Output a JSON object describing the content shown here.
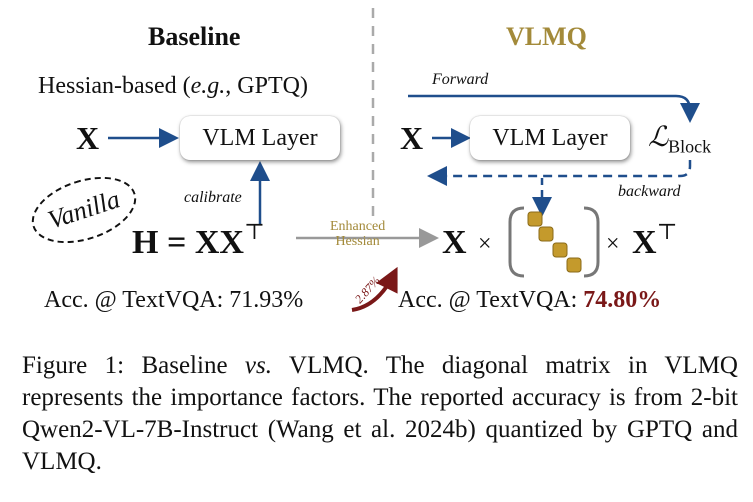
{
  "baseline": {
    "title": "Baseline",
    "method_prefix": "Hessian-based (",
    "method_eg": "e.g.",
    "method_suffix": ", GPTQ)",
    "input": "X",
    "layer": "VLM Layer",
    "calibrate": "calibrate",
    "hessian_lhs": "H = XX",
    "transpose": "⊤",
    "vanilla": "Vanilla",
    "acc_label": "Acc. @ TextVQA: ",
    "acc_value": "71.93%"
  },
  "vlmq": {
    "title": "VLMQ",
    "forward": "Forward",
    "backward": "backward",
    "input": "X",
    "layer": "VLM Layer",
    "loss": "ℒ",
    "loss_sub": "Block",
    "hessian_x1": "X",
    "times": "×",
    "hessian_x2": "X",
    "transpose": "⊤",
    "acc_label": "Acc. @ TextVQA: ",
    "acc_value": "74.80%"
  },
  "enhanced_line1": "Enhanced",
  "enhanced_line2": "Hessian",
  "improvement": "2.87%",
  "caption": {
    "prefix": "Figure 1: Baseline ",
    "vs": "vs.",
    "rest": " VLMQ. The diagonal matrix in VLMQ represents the importance factors. The reported accuracy is from 2-bit Qwen2-VL-7B-Instruct (Wang et al. 2024b) quantized by GPTQ and VLMQ."
  },
  "colors": {
    "arrow_blue": "#1f4e8c",
    "gold": "#a38a3a",
    "gold_block": "#c49a2c",
    "accent_red": "#7a1818"
  }
}
